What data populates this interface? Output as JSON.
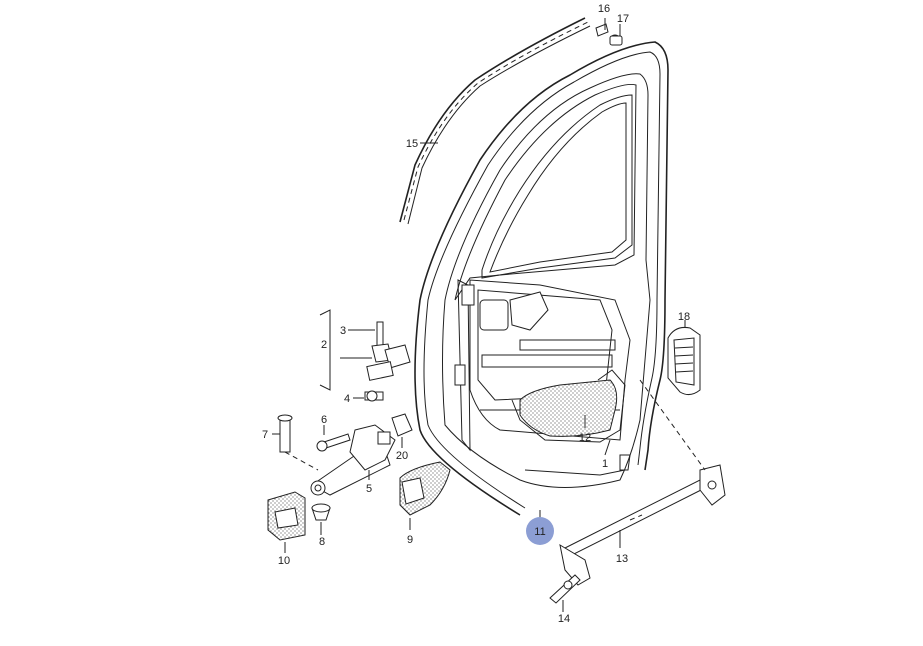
{
  "callouts": {
    "c1": "1",
    "c2": "2",
    "c3": "3",
    "c4": "4",
    "c5": "5",
    "c6": "6",
    "c7": "7",
    "c8": "8",
    "c9": "9",
    "c10": "10",
    "c11": "11",
    "c12": "12",
    "c13": "13",
    "c14": "14",
    "c15": "15",
    "c16": "16",
    "c17": "17",
    "c18": "18",
    "c20": "20"
  },
  "colors": {
    "highlight": "#8c9ed4",
    "line": "#222222"
  }
}
